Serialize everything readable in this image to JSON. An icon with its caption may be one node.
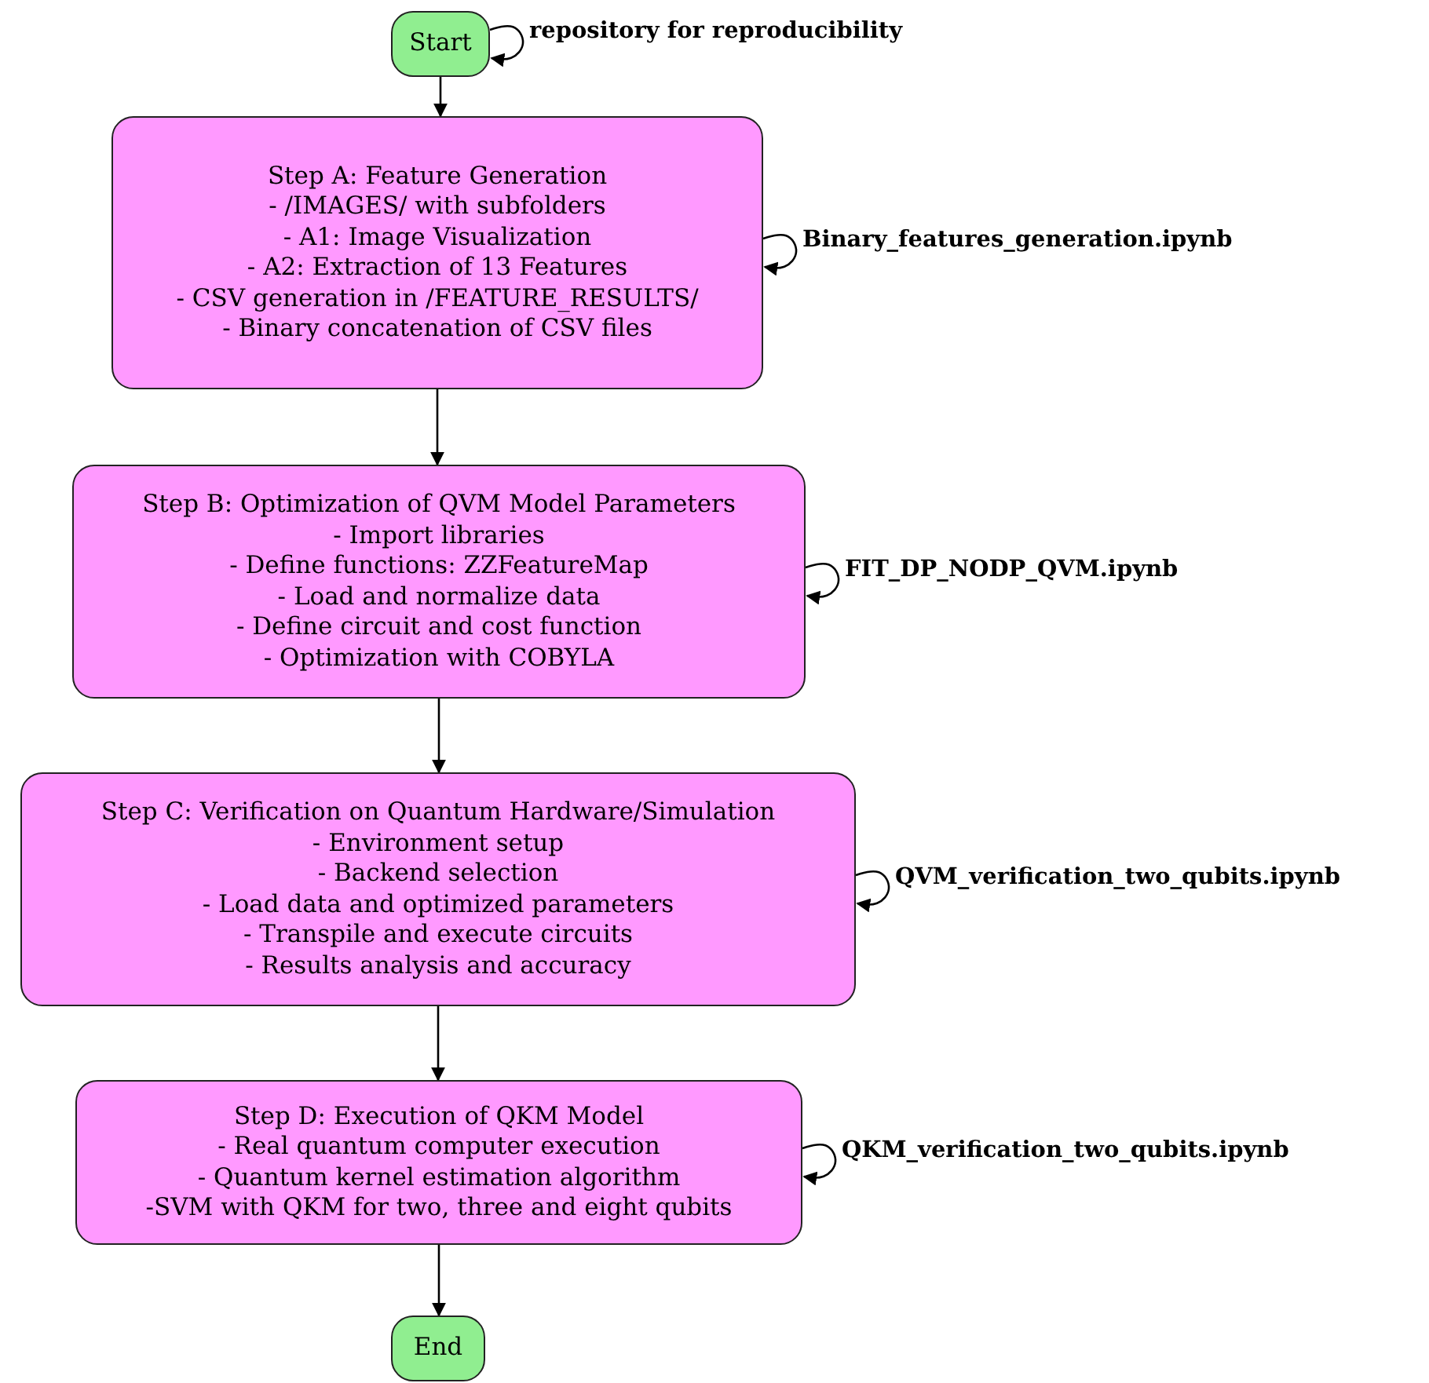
{
  "diagram": {
    "nodes": [
      {
        "text": [
          "Start"
        ]
      },
      {
        "text": [
          "Step A: Feature Generation",
          "- /IMAGES/ with subfolders",
          "- A1: Image Visualization",
          "- A2: Extraction of 13 Features",
          "- CSV generation in /FEATURE_RESULTS/",
          "- Binary concatenation of CSV files"
        ]
      },
      {
        "text": [
          "Step B: Optimization of QVM Model Parameters",
          "- Import libraries",
          "- Define functions: ZZFeatureMap",
          "- Load and normalize data",
          "- Define circuit and cost function",
          "- Optimization with COBYLA"
        ]
      },
      {
        "text": [
          "Step C: Verification on Quantum Hardware/Simulation",
          "- Environment setup",
          "- Backend selection",
          "- Load data and optimized parameters",
          "- Transpile and execute circuits",
          "- Results analysis and accuracy"
        ]
      },
      {
        "text": [
          "Step D: Execution of QKM Model",
          "- Real quantum computer execution",
          "- Quantum kernel estimation algorithm",
          "-SVM with QKM for two, three and eight qubits"
        ]
      },
      {
        "text": [
          "End"
        ]
      }
    ],
    "edges": [
      {
        "from": 0,
        "to": 0,
        "arrow": "to",
        "label": "repository for reproducibility"
      },
      {
        "from": 0,
        "to": 1,
        "arrow": "to"
      },
      {
        "from": 1,
        "to": 1,
        "arrow": "to",
        "label": "Binary_features_generation.ipynb"
      },
      {
        "from": 1,
        "to": 2,
        "arrow": "to"
      },
      {
        "from": 2,
        "to": 2,
        "arrow": "to",
        "label": "FIT_DP_NODP_QVM.ipynb"
      },
      {
        "from": 2,
        "to": 3,
        "arrow": "to"
      },
      {
        "from": 3,
        "to": 3,
        "arrow": "to",
        "label": "QVM_verification_two_qubits.ipynb"
      },
      {
        "from": 3,
        "to": 4,
        "arrow": "to"
      },
      {
        "from": 4,
        "to": 4,
        "arrow": "to",
        "label": "QKM_verification_two_qubits.ipynb"
      },
      {
        "from": 4,
        "to": 5,
        "arrow": "to"
      }
    ]
  }
}
